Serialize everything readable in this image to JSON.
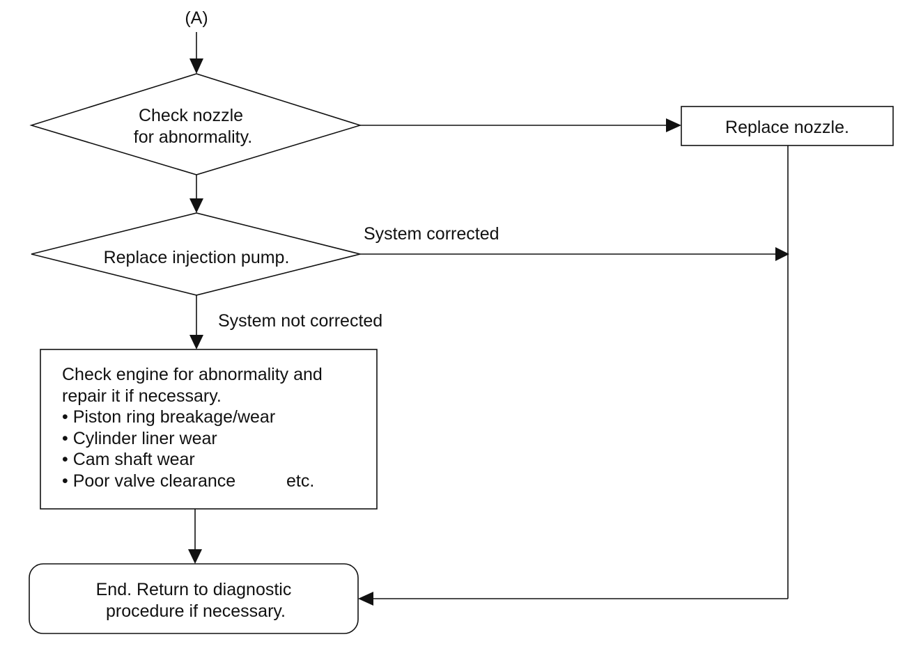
{
  "connector_label": "(A)",
  "nodes": {
    "check_nozzle": {
      "lines": [
        "Check nozzle",
        "for abnormality."
      ]
    },
    "replace_nozzle": {
      "lines": [
        "Replace nozzle."
      ]
    },
    "replace_pump": {
      "lines": [
        "Replace injection pump."
      ]
    },
    "check_engine": {
      "lines": [
        "Check engine for abnormality and",
        "repair it if necessary.",
        "• Piston ring breakage/wear",
        "• Cylinder liner wear",
        "• Cam shaft wear",
        "• Poor valve clearance"
      ],
      "trailing_note": "etc."
    },
    "end": {
      "lines": [
        "End. Return to diagnostic",
        "procedure if necessary."
      ]
    }
  },
  "edge_labels": {
    "system_corrected": "System corrected",
    "system_not_corrected": "System not corrected"
  }
}
